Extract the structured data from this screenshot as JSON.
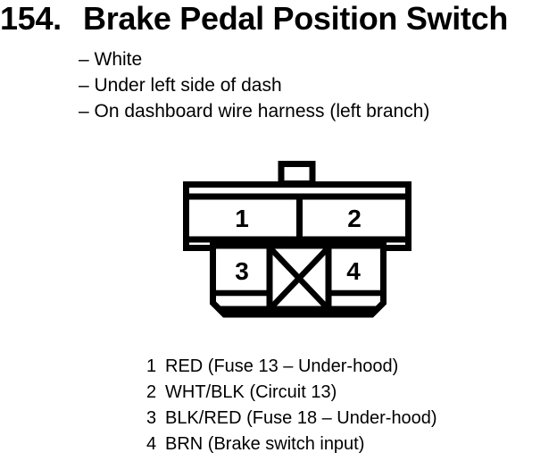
{
  "page": {
    "background": "#ffffff",
    "ink": "#000000"
  },
  "header": {
    "index": "154.",
    "title": "Brake Pedal Position Switch"
  },
  "notes": {
    "items": [
      "– White",
      "– Under left side of dash",
      "– On dashboard wire harness (left branch)"
    ]
  },
  "connector": {
    "type": "4-pin connector, face view",
    "pin1": "1",
    "pin2": "2",
    "pin3": "3",
    "pin4": "4"
  },
  "legend": {
    "entries": [
      {
        "pin": "1",
        "desc": "RED (Fuse 13 – Under-hood)"
      },
      {
        "pin": "2",
        "desc": "WHT/BLK (Circuit 13)"
      },
      {
        "pin": "3",
        "desc": "BLK/RED (Fuse 18 – Under-hood)"
      },
      {
        "pin": "4",
        "desc": "BRN (Brake switch input)"
      }
    ]
  }
}
